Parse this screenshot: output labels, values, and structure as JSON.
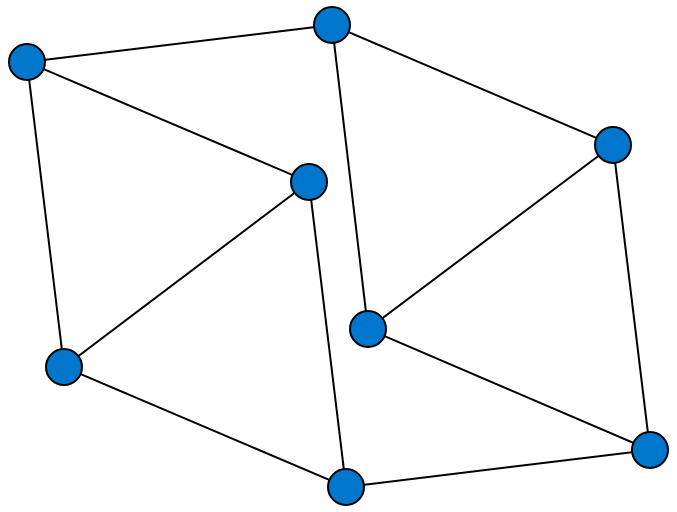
{
  "graph": {
    "node_color": "#0077cc",
    "edge_color": "#000000",
    "nodes": [
      {
        "id": "a"
      },
      {
        "id": "b"
      },
      {
        "id": "c"
      },
      {
        "id": "d"
      },
      {
        "id": "e"
      },
      {
        "id": "f"
      },
      {
        "id": "g"
      },
      {
        "id": "h"
      }
    ],
    "edges": [
      [
        "a",
        "b"
      ],
      [
        "a",
        "c"
      ],
      [
        "a",
        "e"
      ],
      [
        "b",
        "d"
      ],
      [
        "b",
        "f"
      ],
      [
        "c",
        "e"
      ],
      [
        "c",
        "g"
      ],
      [
        "d",
        "f"
      ],
      [
        "d",
        "h"
      ],
      [
        "e",
        "g"
      ],
      [
        "f",
        "h"
      ],
      [
        "g",
        "h"
      ]
    ]
  }
}
